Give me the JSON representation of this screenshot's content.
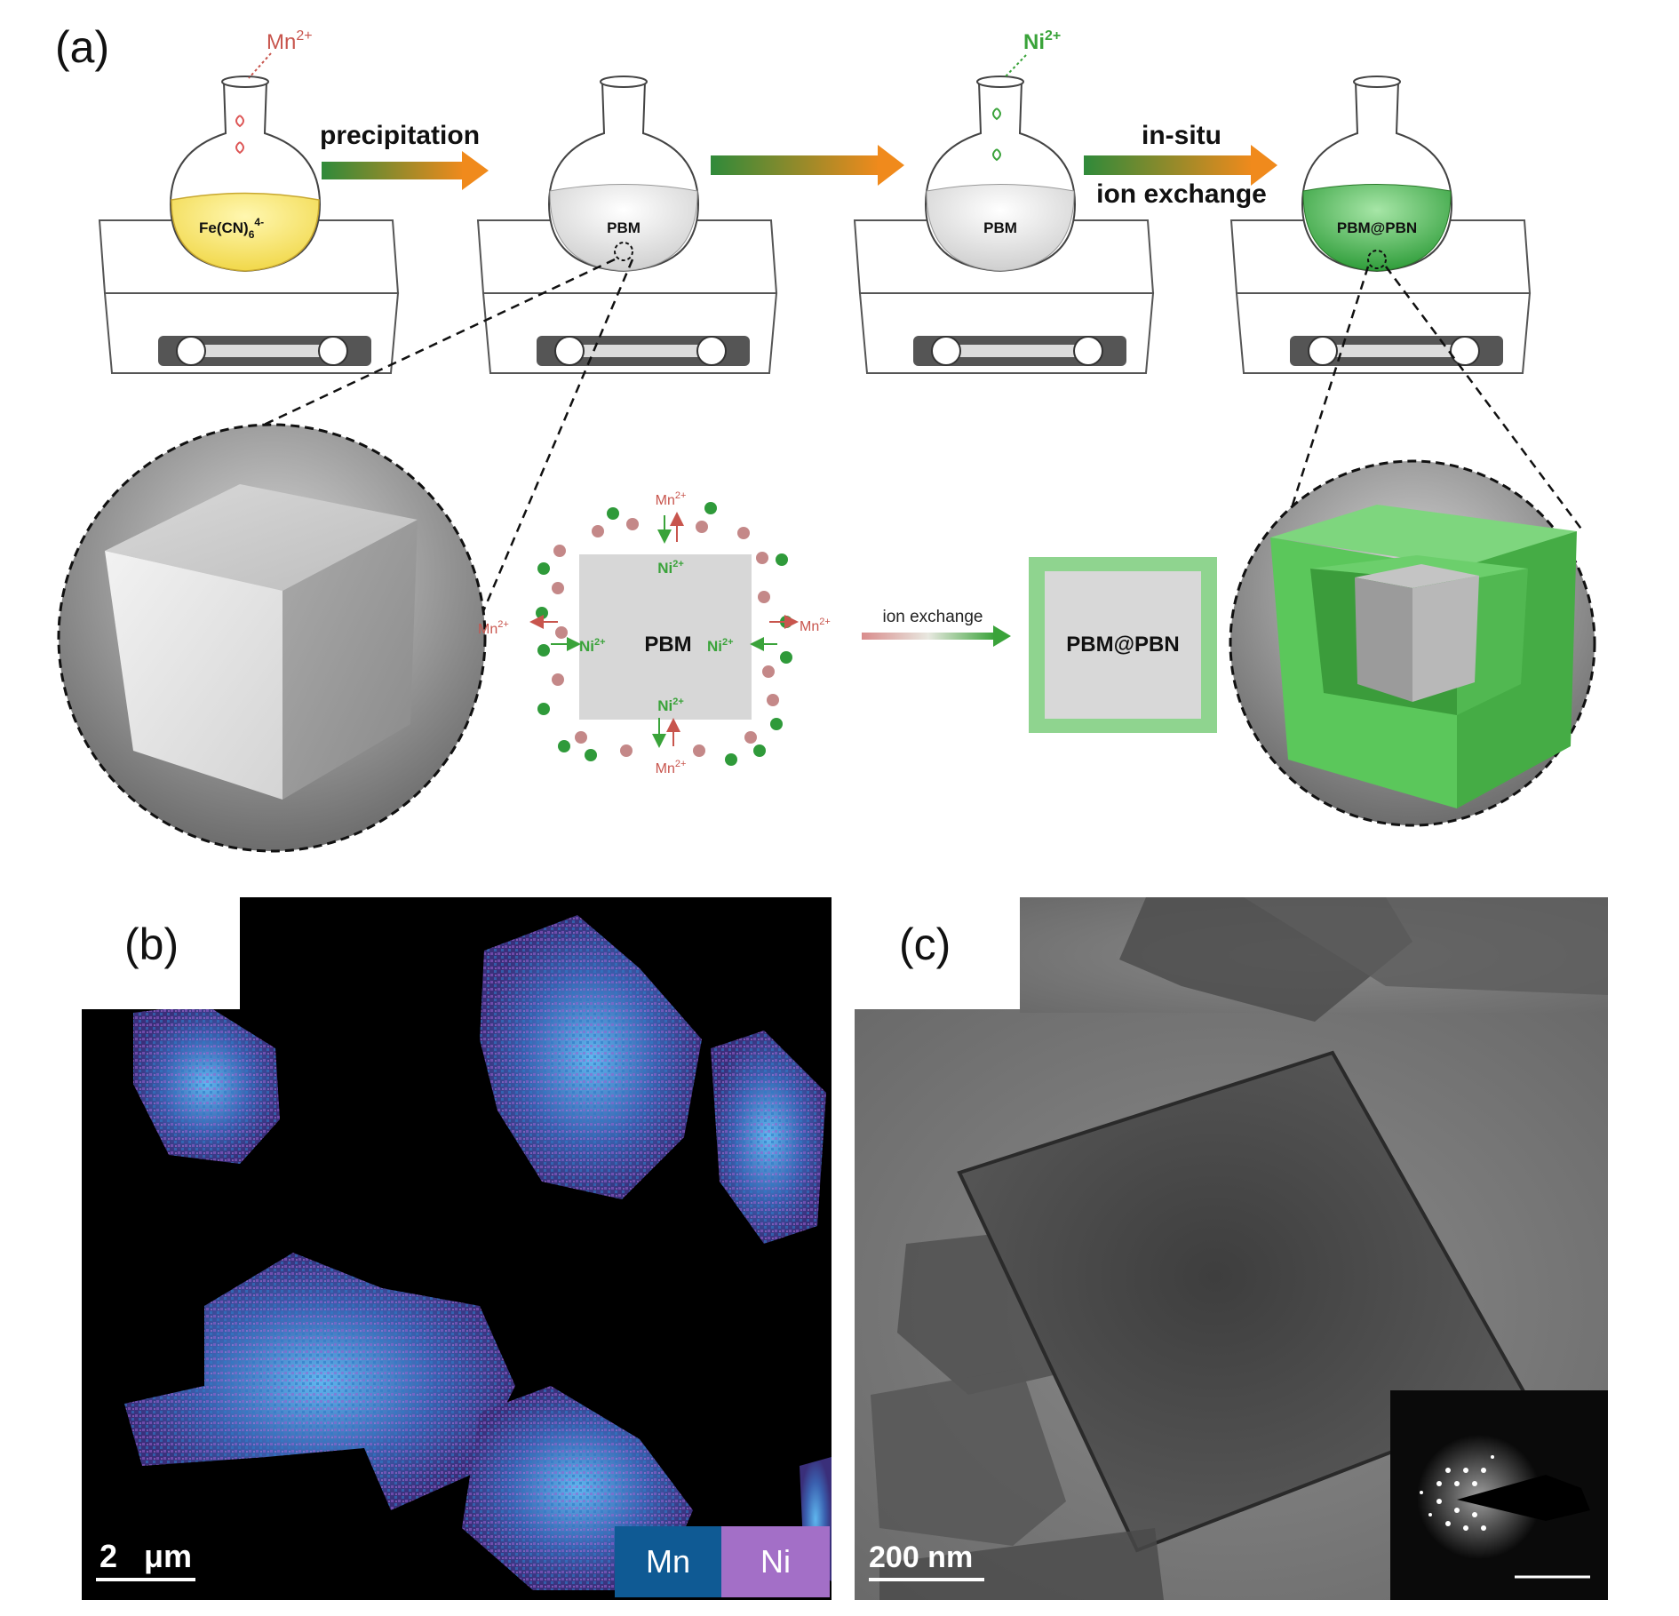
{
  "panels": {
    "a_label": "(a)",
    "b_label": "(b)",
    "c_label": "(c)"
  },
  "scheme": {
    "flask1_ion": "Mn",
    "flask1_ion_charge": "2+",
    "flask1_content": "Fe(CN)",
    "flask1_content_sub": "6",
    "flask1_content_sup": "4-",
    "arrow1_label": "precipitation",
    "flask2_content": "PBM",
    "flask3_ion": "Ni",
    "flask3_ion_charge": "2+",
    "flask3_content": "PBM",
    "arrow3_label_line1": "in-situ",
    "arrow3_label_line2": "ion exchange",
    "flask4_content": "PBM@PBN"
  },
  "exchange": {
    "center_label": "PBM",
    "mn_ion": "Mn",
    "mn_charge": "2+",
    "ni_ion": "Ni",
    "ni_charge": "2+",
    "arrow_label": "ion exchange",
    "product_label": "PBM@PBN"
  },
  "panel_b": {
    "scale_value": "2",
    "scale_unit": "μm",
    "legend": [
      {
        "name": "Mn",
        "color": "#0f5a94"
      },
      {
        "name": "Ni",
        "color": "#a36fc7"
      }
    ]
  },
  "panel_c": {
    "scale_label": "200 nm"
  },
  "colors": {
    "arrow_start": "#2f8a3a",
    "arrow_end": "#f08a1c",
    "mn_red": "#c8554d",
    "ni_green": "#3aa33a",
    "shell_green": "#5fc46a"
  }
}
